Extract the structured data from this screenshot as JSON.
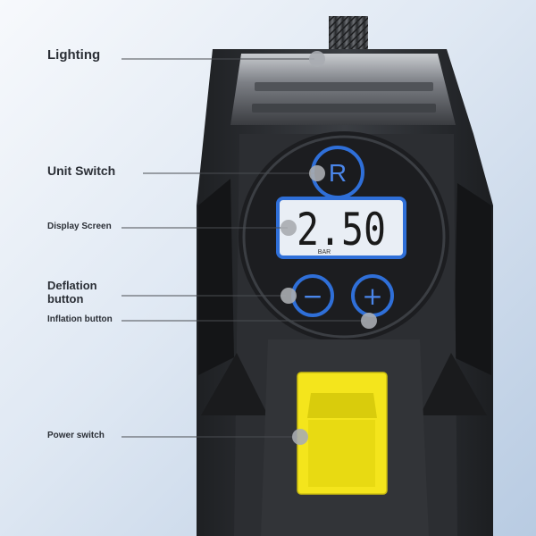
{
  "labels": {
    "lighting": "Lighting",
    "unit_switch": "Unit Switch",
    "display_screen": "Display Screen",
    "deflation_button": "Deflation button",
    "inflation_button": "Inflation button",
    "power_switch": "Power switch"
  },
  "display": {
    "reading": "2.50",
    "unit": "BAR"
  },
  "buttons": {
    "unit_glyph": "R",
    "minus_glyph": "−",
    "plus_glyph": "+"
  },
  "colors": {
    "accent_blue": "#2f6fd8",
    "power_yellow": "#f4e51c",
    "body_dark": "#2a2c30",
    "lcd_screen": "#e9eef5"
  }
}
